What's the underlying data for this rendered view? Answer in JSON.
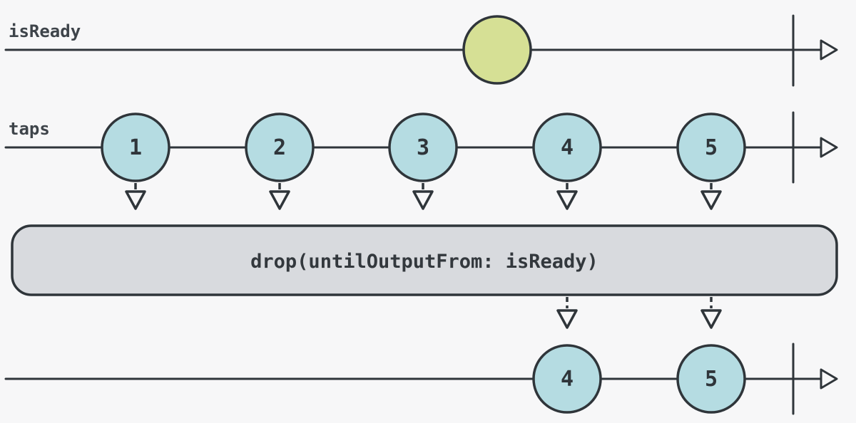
{
  "colors": {
    "background": "#f7f7f8",
    "line": "#2f353a",
    "label_text": "#3e444a",
    "marble_blue": "#b5dce2",
    "marble_yellow": "#d6e095",
    "operator_box_fill": "#d8dade",
    "arrowhead_fill": "#f7f7f8"
  },
  "streams": {
    "isReady": {
      "label": "isReady",
      "events": [
        {
          "value": ""
        }
      ]
    },
    "taps": {
      "label": "taps",
      "events": [
        {
          "value": "1"
        },
        {
          "value": "2"
        },
        {
          "value": "3"
        },
        {
          "value": "4"
        },
        {
          "value": "5"
        }
      ]
    },
    "output": {
      "events": [
        {
          "value": "4"
        },
        {
          "value": "5"
        }
      ]
    }
  },
  "operator": {
    "label": "drop(untilOutputFrom: isReady)"
  }
}
